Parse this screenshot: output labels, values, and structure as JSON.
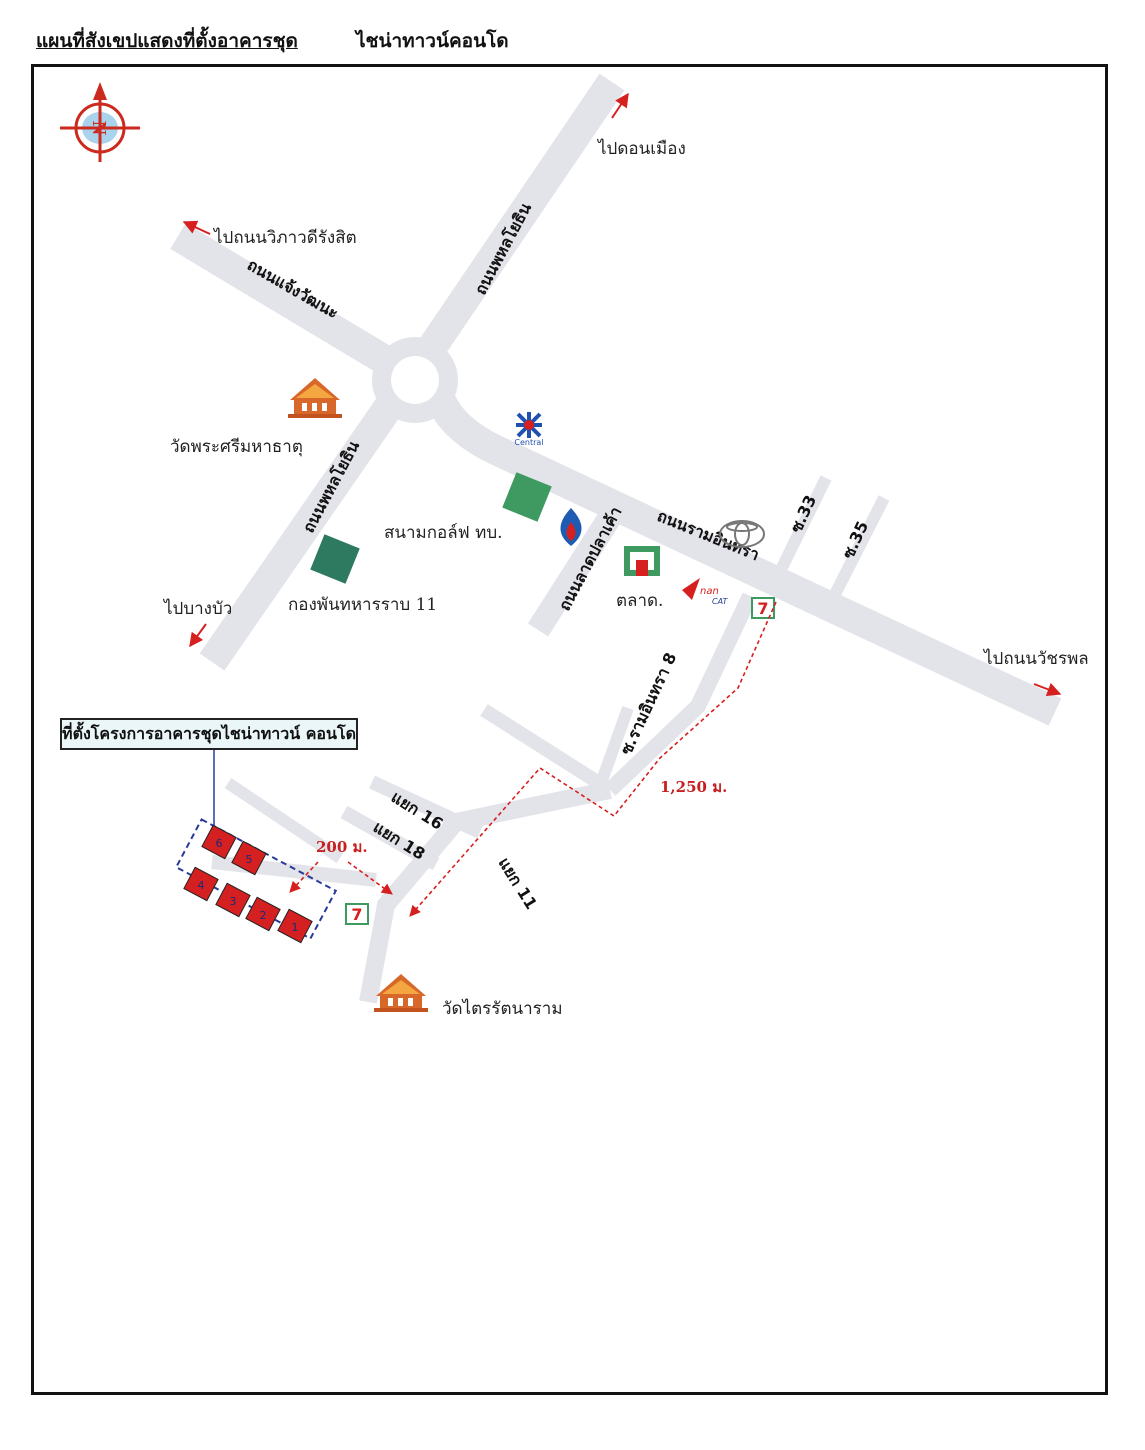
{
  "header": {
    "title": "แผนที่สังเขปแสดงที่ตั้งอาคารชุด",
    "project": "ไชน่าทาวน์คอนโด"
  },
  "compass": {
    "letter": "N"
  },
  "directions": {
    "don_mueang": "ไปดอนเมือง",
    "vibhavadi": "ไปถนนวิภาวดีรังสิต",
    "bang_bua": "ไปบางบัว",
    "watcharaphon": "ไปถนนวัชรพล"
  },
  "roads": {
    "phahon_north": "ถนนพหลโยธิน",
    "phahon_south": "ถนนพหลโยธิน",
    "chaeng": "ถนนแจ้งวัฒนะ",
    "ram_inthra": "ถนนรามอินทรา",
    "lat_pla_khao": "ถนนลาดปลาเค้า",
    "soi33": "ซ.33",
    "soi35": "ซ.35",
    "soi_ram8": "ซ.รามอินทรา 8",
    "yaek16": "แยก 16",
    "yaek18": "แยก 18",
    "yaek11": "แยก 11"
  },
  "places": {
    "wat_phra_sri": "วัดพระศรีมหาธาตุ",
    "golf": "สนามกอล์ฟ ทบ.",
    "regiment": "กองพันทหารราบ 11",
    "market": "ตลาด.",
    "central": "Central",
    "cat_brand": "nan",
    "cat_sub": "CAT",
    "seven": "7",
    "wat_trai": "วัดไตรรัตนาราม"
  },
  "project": {
    "label": "ที่ตั้งโครงการอาคารชุดไชน่าทาวน์ คอนโด",
    "buildings": [
      "6",
      "5",
      "4",
      "3",
      "2",
      "1"
    ]
  },
  "distances": {
    "d1": "1,250 ม.",
    "d2": "200 ม."
  },
  "colors": {
    "road": "#e3e3ea",
    "arrow": "#d62020",
    "green": "#3f9a62",
    "building": "#d42020",
    "callout_bg": "#eaf6f8",
    "dash_blue": "#2a3a9a"
  }
}
